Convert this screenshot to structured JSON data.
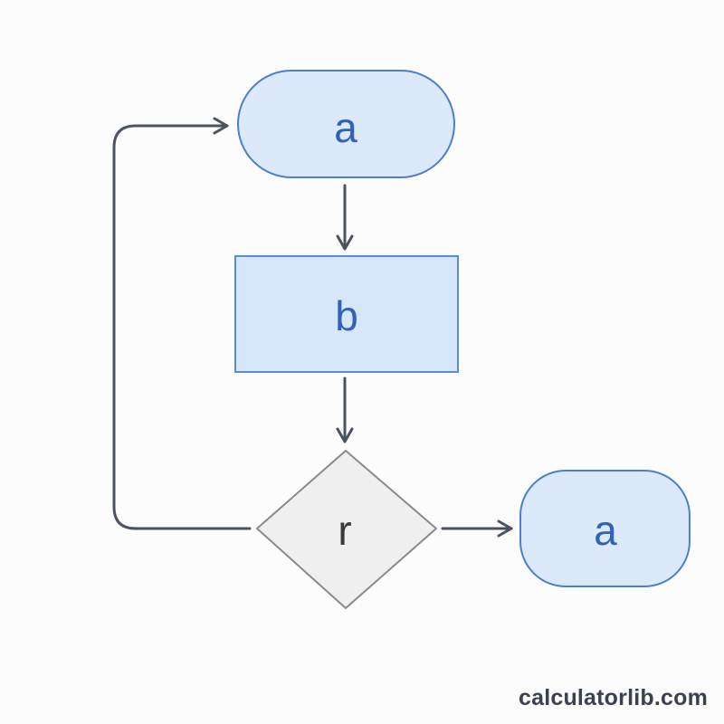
{
  "diagram": {
    "nodes": {
      "start": {
        "label": "a",
        "shape": "terminal"
      },
      "process": {
        "label": "b",
        "shape": "process"
      },
      "decision": {
        "label": "r",
        "shape": "decision"
      },
      "end": {
        "label": "a",
        "shape": "terminal"
      }
    },
    "edges": [
      {
        "from": "start",
        "to": "process"
      },
      {
        "from": "process",
        "to": "decision"
      },
      {
        "from": "decision",
        "to": "start"
      },
      {
        "from": "decision",
        "to": "end"
      }
    ]
  },
  "colors": {
    "terminal_fill": "#dce9fb",
    "terminal_stroke": "#4a7fd0",
    "process_fill": "#d6e6fb",
    "process_stroke": "#5b8ad6",
    "decision_fill": "#efefef",
    "decision_stroke": "#8a8a8a",
    "label_blue": "#2f62b8",
    "label_dark": "#3a3a3a",
    "connector": "#4b5260"
  },
  "watermark": {
    "text": "calculatorlib.com"
  }
}
